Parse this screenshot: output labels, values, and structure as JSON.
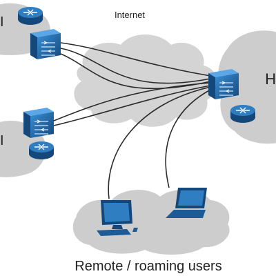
{
  "labels": {
    "internet": "Internet",
    "remote_users": "Remote / roaming users",
    "left_site_top": "I",
    "left_site_bottom": "I",
    "hq_site": "H"
  },
  "colors": {
    "cloud": "#cdcdcd",
    "device_blue": "#1d5a96",
    "device_light": "#2f7ec1",
    "link": "#2a2a2a",
    "text": "#222222"
  },
  "icons": [
    "firewall-icon",
    "router-icon",
    "desktop-computer-icon",
    "laptop-icon"
  ]
}
